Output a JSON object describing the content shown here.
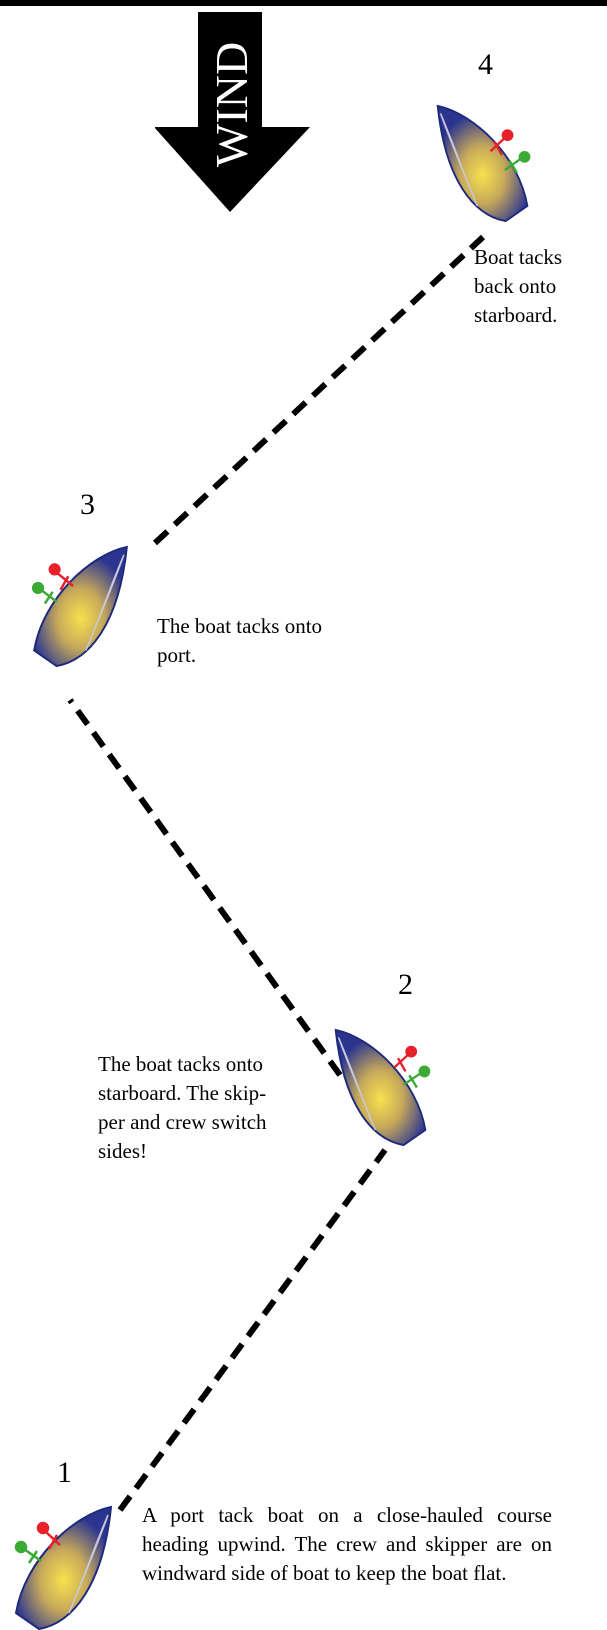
{
  "wind": {
    "label": "WIND"
  },
  "steps": [
    {
      "number": "1",
      "caption": "A port tack boat on a close-hauled course heading upwind. The crew and skipper are on windward side of boat to keep the boat flat."
    },
    {
      "number": "2",
      "caption_lines": [
        "The boat tacks onto",
        "starboard. The skip-",
        "per and crew switch",
        "sides!"
      ]
    },
    {
      "number": "3",
      "caption_lines": [
        "The boat tacks onto",
        "port."
      ]
    },
    {
      "number": "4",
      "caption_lines": [
        "Boat tacks",
        "back onto",
        "starboard."
      ]
    }
  ],
  "colors": {
    "hull": "#2b3590",
    "sail_center": "#f2d84a",
    "skipper": "#e8202a",
    "crew": "#3aaa35",
    "course_line": "#000000"
  }
}
